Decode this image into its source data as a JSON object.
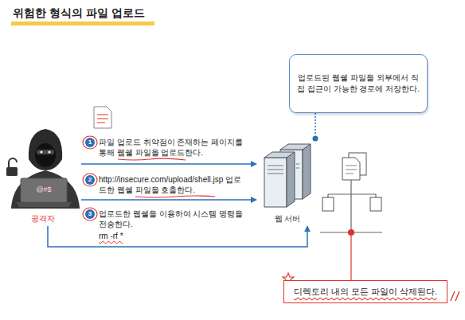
{
  "diagram": {
    "title": "위험한 형식의 파일 업로드",
    "nodes": [
      {
        "text": [
          "공격자"
        ]
      },
      {
        "text": [
          "웹 서버"
        ]
      },
      {
        "text": [
          "업로드된 웹쉘 파일을 외부에서 직접 접근이 가능한 경로에 저장한다."
        ]
      },
      {
        "text": [
          "디렉토리 내의 모든 파일이 삭제된다."
        ]
      }
    ],
    "edges": [
      {
        "from": 0,
        "to": 1,
        "arrow": "to",
        "label": "파일 업로드 취약점이 존재하는 페이지를 통해 웹쉘 파일을 업로드한다."
      },
      {
        "from": 0,
        "to": 1,
        "arrow": "to",
        "label": "http://insecure.com/upload/shell.jsp 업로드한 웹쉘 파일을 호출한다."
      },
      {
        "from": 0,
        "to": 1,
        "arrow": "to",
        "label": "업로드한 웹쉘을 이용하여 시스템 명령을 전송한다."
      },
      {
        "from": 2,
        "to": 1,
        "arrow": "none"
      }
    ],
    "labels": [
      "1",
      "2",
      "3",
      "rm -rf *",
      "@#$"
    ]
  }
}
